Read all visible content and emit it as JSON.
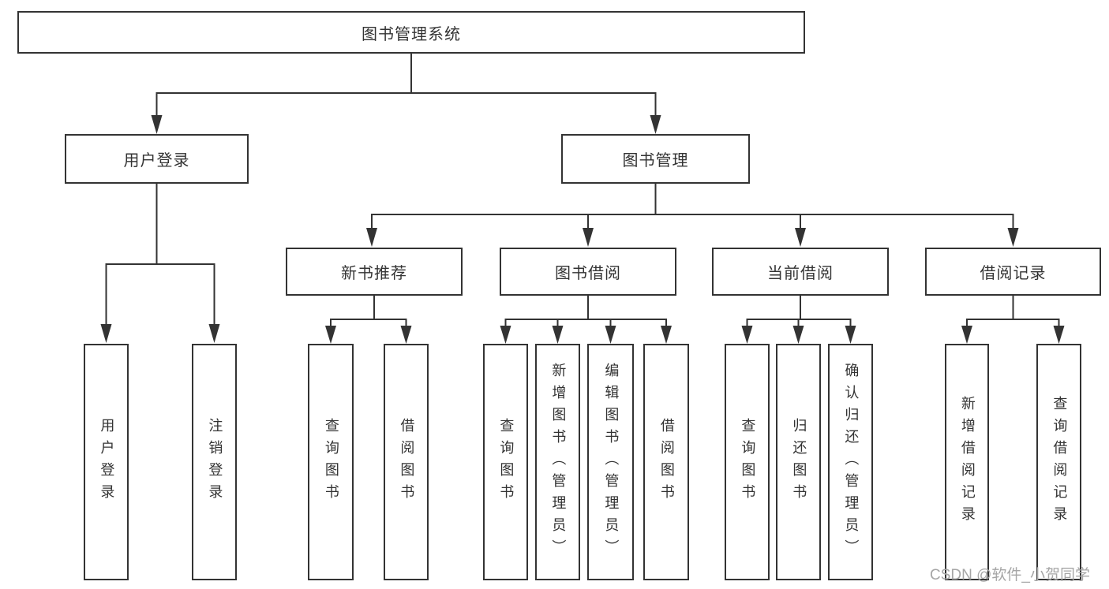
{
  "title": "图书管理系统",
  "colors": {
    "line": "#333333",
    "box_border": "#333333",
    "text": "#333333",
    "background": "#ffffff",
    "watermark_text": "#a6a6a6"
  },
  "tree": {
    "label": "图书管理系统",
    "children": [
      {
        "label": "用户登录",
        "children": [
          {
            "label": "用户登录"
          },
          {
            "label": "注销登录"
          }
        ]
      },
      {
        "label": "图书管理",
        "children": [
          {
            "label": "新书推荐",
            "children": [
              {
                "label": "查询图书"
              },
              {
                "label": "借阅图书"
              }
            ]
          },
          {
            "label": "图书借阅",
            "children": [
              {
                "label": "查询图书"
              },
              {
                "label": "新增图书（管理员）"
              },
              {
                "label": "编辑图书（管理员）"
              },
              {
                "label": "借阅图书"
              }
            ]
          },
          {
            "label": "当前借阅",
            "children": [
              {
                "label": "查询图书"
              },
              {
                "label": "归还图书"
              },
              {
                "label": "确认归还（管理员）"
              }
            ]
          },
          {
            "label": "借阅记录",
            "children": [
              {
                "label": "新增借阅记录"
              },
              {
                "label": "查询借阅记录"
              }
            ]
          }
        ]
      }
    ]
  },
  "watermark": {
    "text": "CSDN @软件_小贺同学"
  }
}
